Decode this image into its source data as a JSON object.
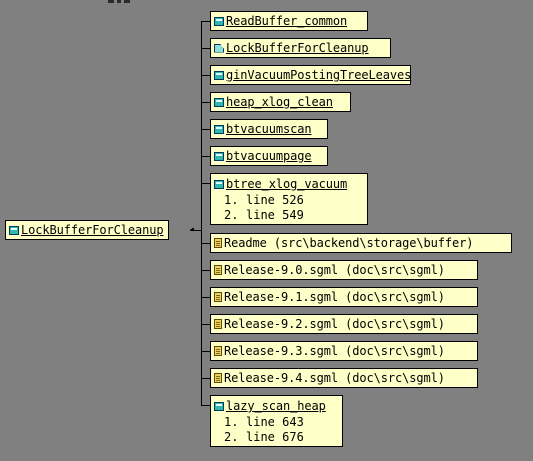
{
  "root": {
    "name": "LockBufferForCleanup",
    "icon": "function-icon"
  },
  "callers": [
    {
      "name": "ReadBuffer_common",
      "icon": "function-icon",
      "kind": "func",
      "lines": []
    },
    {
      "name": "LockBufferForCleanup",
      "icon": "prototype-icon",
      "kind": "proto",
      "lines": []
    },
    {
      "name": "ginVacuumPostingTreeLeaves",
      "icon": "function-icon",
      "kind": "func",
      "lines": []
    },
    {
      "name": "heap_xlog_clean",
      "icon": "function-icon",
      "kind": "func",
      "lines": []
    },
    {
      "name": "btvacuumscan",
      "icon": "function-icon",
      "kind": "func",
      "lines": []
    },
    {
      "name": "btvacuumpage",
      "icon": "function-icon",
      "kind": "func",
      "lines": []
    },
    {
      "name": "btree_xlog_vacuum",
      "icon": "function-icon",
      "kind": "func",
      "lines": [
        {
          "num": "1.",
          "text": "line 526"
        },
        {
          "num": "2.",
          "text": "line 549"
        }
      ]
    },
    {
      "name": "Readme (src\\backend\\storage\\buffer)",
      "icon": "file-icon",
      "kind": "file",
      "lines": []
    },
    {
      "name": "Release-9.0.sgml (doc\\src\\sgml)",
      "icon": "file-icon",
      "kind": "file",
      "lines": []
    },
    {
      "name": "Release-9.1.sgml (doc\\src\\sgml)",
      "icon": "file-icon",
      "kind": "file",
      "lines": []
    },
    {
      "name": "Release-9.2.sgml (doc\\src\\sgml)",
      "icon": "file-icon",
      "kind": "file",
      "lines": []
    },
    {
      "name": "Release-9.3.sgml (doc\\src\\sgml)",
      "icon": "file-icon",
      "kind": "file",
      "lines": []
    },
    {
      "name": "Release-9.4.sgml (doc\\src\\sgml)",
      "icon": "file-icon",
      "kind": "file",
      "lines": []
    },
    {
      "name": "lazy_scan_heap",
      "icon": "function-icon",
      "kind": "func",
      "lines": [
        {
          "num": "1.",
          "text": "line 643"
        },
        {
          "num": "2.",
          "text": "line 676"
        }
      ]
    }
  ],
  "colors": {
    "background": "#808080",
    "node_fill": "#ffffc8",
    "connector": "#000000"
  }
}
